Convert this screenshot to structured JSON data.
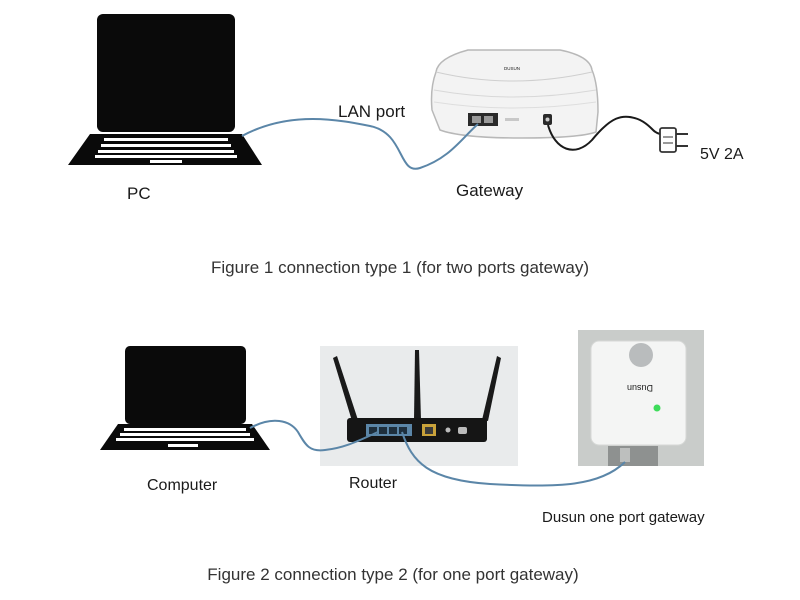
{
  "figure1": {
    "pc_label": "PC",
    "lan_label": "LAN port",
    "gateway_label": "Gateway",
    "power_label": "5V 2A",
    "device_brand": "DUSUN",
    "caption": "Figure 1 connection type 1 (for two ports gateway)"
  },
  "figure2": {
    "computer_label": "Computer",
    "router_label": "Router",
    "gateway_label": "Dusun one port gateway",
    "device_brand": "Dusun",
    "caption": "Figure 2 connection type 2 (for one port gateway)"
  },
  "colors": {
    "cable": "#5b86a8",
    "laptop": "#0a0a0a",
    "led": "#3ddc5a"
  }
}
